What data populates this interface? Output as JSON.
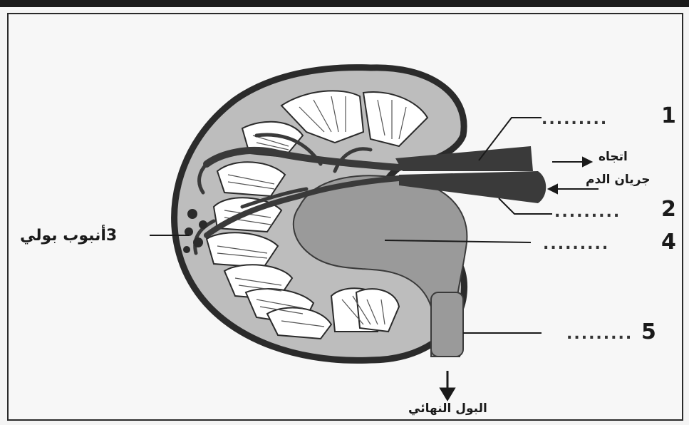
{
  "labels": {
    "n1": "1",
    "n2": "2",
    "n4": "4",
    "n5": "5",
    "tube": "3أنبوب بولي",
    "flow_line1": "اتجاه",
    "flow_line2": "جريان الدم",
    "final_urine": "البول النهائي",
    "blank": "........."
  },
  "colors": {
    "cortex": "#bdbdbd",
    "medulla": "#9a9a9a",
    "vessel": "#3a3a3a",
    "outline": "#2b2b2b",
    "pyramid": "#ffffff",
    "background": "#f7f7f7"
  }
}
